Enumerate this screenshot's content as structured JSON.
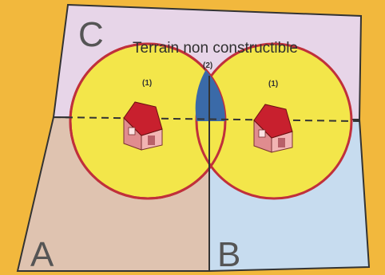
{
  "zones": {
    "a": "A",
    "b": "B",
    "c": "C"
  },
  "title": "Terrain non constructible",
  "notes": {
    "left_circle": "(1)",
    "right_circle": "(1)",
    "overlap": "(2)"
  },
  "colors": {
    "background": "#f2b83d",
    "zone_a": "#dfc3b0",
    "zone_b": "#c7dcef",
    "zone_c": "#e7d5e8",
    "buffer_fill": "#f3e64a",
    "buffer_stroke": "#c0303b",
    "overlap_fill": "#3a6aa8",
    "roof": "#c8202e",
    "wall": "#e8a0a2",
    "boundary_line": "#333333"
  },
  "icons": [
    "house-icon",
    "house-icon"
  ]
}
